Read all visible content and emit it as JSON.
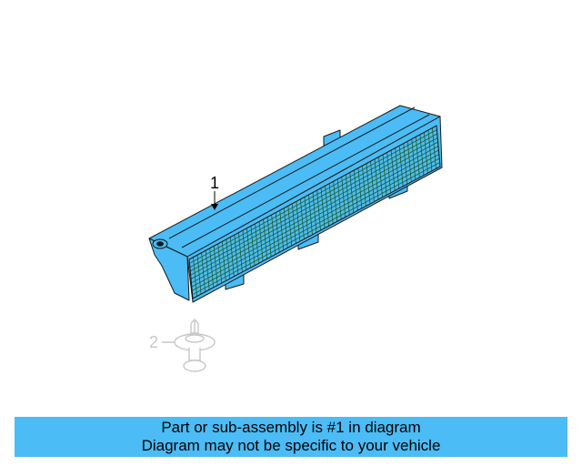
{
  "diagram": {
    "callouts": [
      {
        "number": "1"
      },
      {
        "number": "2"
      }
    ]
  },
  "banner": {
    "line1": "Part or sub-assembly is #1 in diagram",
    "line2": "Diagram may not be specific to your vehicle"
  },
  "colors": {
    "part_fill": "#4bbcf5",
    "part_outline": "#1a1a1a",
    "grid_line": "#1f5a2a",
    "ghost_part": "#c8c8c8",
    "banner_bg": "#4bbcf5"
  }
}
